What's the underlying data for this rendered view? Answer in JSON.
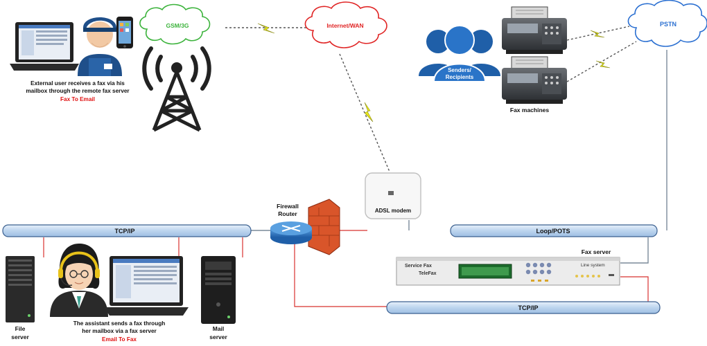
{
  "clouds": {
    "gsm": "GSM/3G",
    "internet": "Internet/WAN",
    "pstn": "PSTN"
  },
  "captions": {
    "external_user": [
      "External user receives a fax via his",
      "mailbox through the remote fax server"
    ],
    "fax_to_email": "Fax To Email",
    "assistant": [
      "The assistant sends a fax through",
      "her mailbox via a fax server"
    ],
    "email_to_fax": "Email To Fax",
    "senders": [
      "Senders/",
      "Recipients"
    ],
    "fax_machines": "Fax machines",
    "file_server": [
      "File",
      "server"
    ],
    "mail_server": [
      "Mail",
      "server"
    ],
    "firewall": [
      "Firewall",
      "Router"
    ],
    "adsl": "ADSL modem",
    "fax_server": "Fax server"
  },
  "buses": {
    "tcpip_left": "TCP/IP",
    "loop_pots": "Loop/POTS",
    "tcpip_bottom": "TCP/IP"
  },
  "device": {
    "brand": "Service Fax",
    "model": "TeleFax",
    "lines": "Line system"
  },
  "colors": {
    "gsm_cloud": "#3cb33c",
    "internet_cloud": "#e02424",
    "pstn_cloud": "#2a6fd1",
    "bus_fill": "#cfe0f4",
    "bus_stroke": "#3a5f8f",
    "red_text": "#e01010",
    "lightning": "#e8e81a",
    "people_blue": "#1f5fa8",
    "link_red": "#d8312f",
    "link_gray": "#7a8a99"
  }
}
